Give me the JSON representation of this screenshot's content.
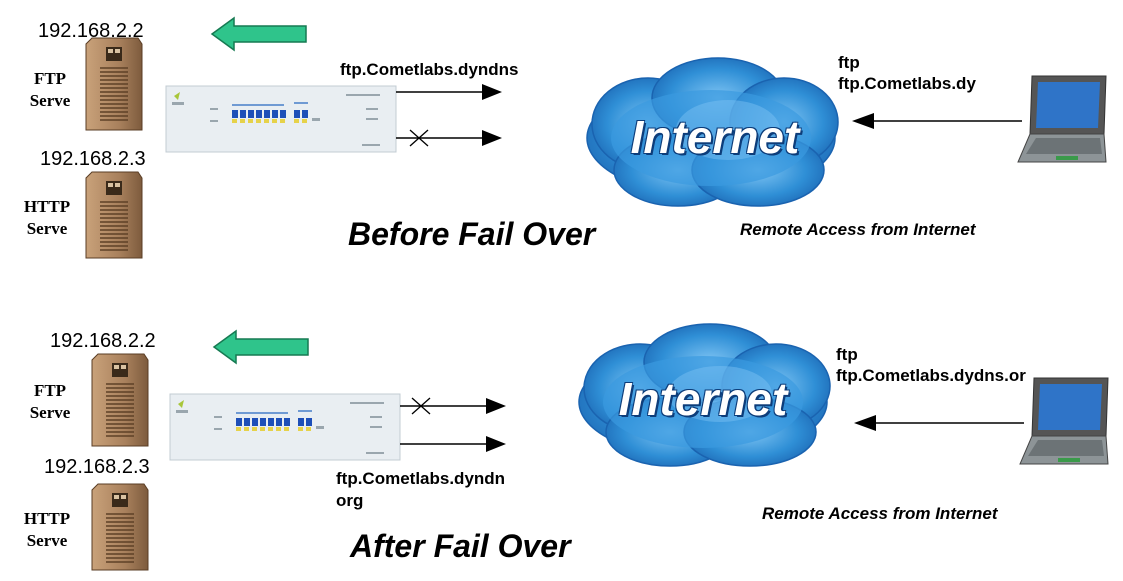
{
  "panels": [
    {
      "title": "Before Fail Over",
      "ftp_ip": "192.168.2.2",
      "http_ip": "192.168.2.3",
      "ftp_label": [
        "FTP",
        "Serve"
      ],
      "http_label": [
        "HTTP",
        "Serve"
      ],
      "hostname": "ftp.Cometlabs.dyndns",
      "cloud_label": "Internet",
      "remote_ftp_line1": "ftp",
      "remote_ftp_line2": "ftp.Cometlabs.dy",
      "remote_caption": "Remote Access from Internet"
    },
    {
      "title": "After Fail Over",
      "ftp_ip": "192.168.2.2",
      "http_ip": "192.168.2.3",
      "ftp_label": [
        "FTP",
        "Serve"
      ],
      "http_label": [
        "HTTP",
        "Serve"
      ],
      "hostname_line1": "ftp.Cometlabs.dyndn",
      "hostname_line2": "org",
      "cloud_label": "Internet",
      "remote_ftp_line1": "ftp",
      "remote_ftp_line2": "ftp.Cometlabs.dydns.or",
      "remote_caption": "Remote Access from Internet"
    }
  ],
  "colors": {
    "arrow_green": "#2fc48b",
    "server_brown": "#b48e6a",
    "cloud_blue": "#2f8fd6",
    "router_body": "#e9eef2"
  }
}
